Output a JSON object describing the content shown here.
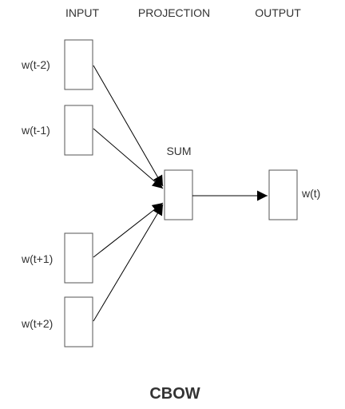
{
  "headers": {
    "input": "INPUT",
    "projection": "PROJECTION",
    "output": "OUTPUT"
  },
  "inputs": [
    {
      "label": "w(t-2)"
    },
    {
      "label": "w(t-1)"
    },
    {
      "label": "w(t+1)"
    },
    {
      "label": "w(t+2)"
    }
  ],
  "projection": {
    "label": "SUM"
  },
  "output": {
    "label": "w(t)"
  },
  "caption": "CBOW",
  "colors": {
    "text": "#333333",
    "box_border": "#555555",
    "arrow": "#000000"
  }
}
